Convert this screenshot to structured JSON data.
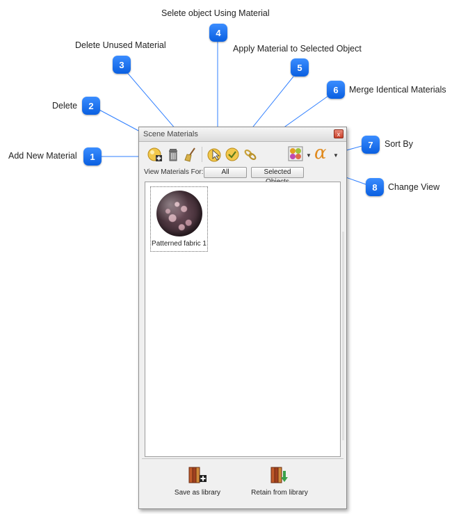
{
  "callouts": [
    {
      "number": "1",
      "label": "Add New Material"
    },
    {
      "number": "2",
      "label": "Delete"
    },
    {
      "number": "3",
      "label": "Delete Unused Material"
    },
    {
      "number": "4",
      "label": "Selete object Using Material"
    },
    {
      "number": "5",
      "label": "Apply Material to Selected Object"
    },
    {
      "number": "6",
      "label": "Merge Identical Materials"
    },
    {
      "number": "7",
      "label": "Sort By"
    },
    {
      "number": "8",
      "label": "Change View"
    }
  ],
  "window": {
    "title": "Scene Materials",
    "close_glyph": "x"
  },
  "toolbar": {
    "icons": [
      "add-material-icon",
      "trash-icon",
      "broom-icon",
      "select-by-material-icon",
      "apply-checkmark-icon",
      "merge-links-icon",
      "view-thumbnails-icon",
      "sort-alpha-icon"
    ],
    "sort_glyph": "α"
  },
  "filter": {
    "label": "View Materials For:",
    "all_label": "All",
    "selected_label": "Selected Objects"
  },
  "materials": [
    {
      "name": "Patterned fabric 1"
    }
  ],
  "footer": {
    "save_label": "Save as library",
    "retain_label": "Retain from library"
  },
  "colors": {
    "badge": "#1a73f5",
    "window_bg": "#f0f0f0",
    "close": "#c9402a"
  }
}
